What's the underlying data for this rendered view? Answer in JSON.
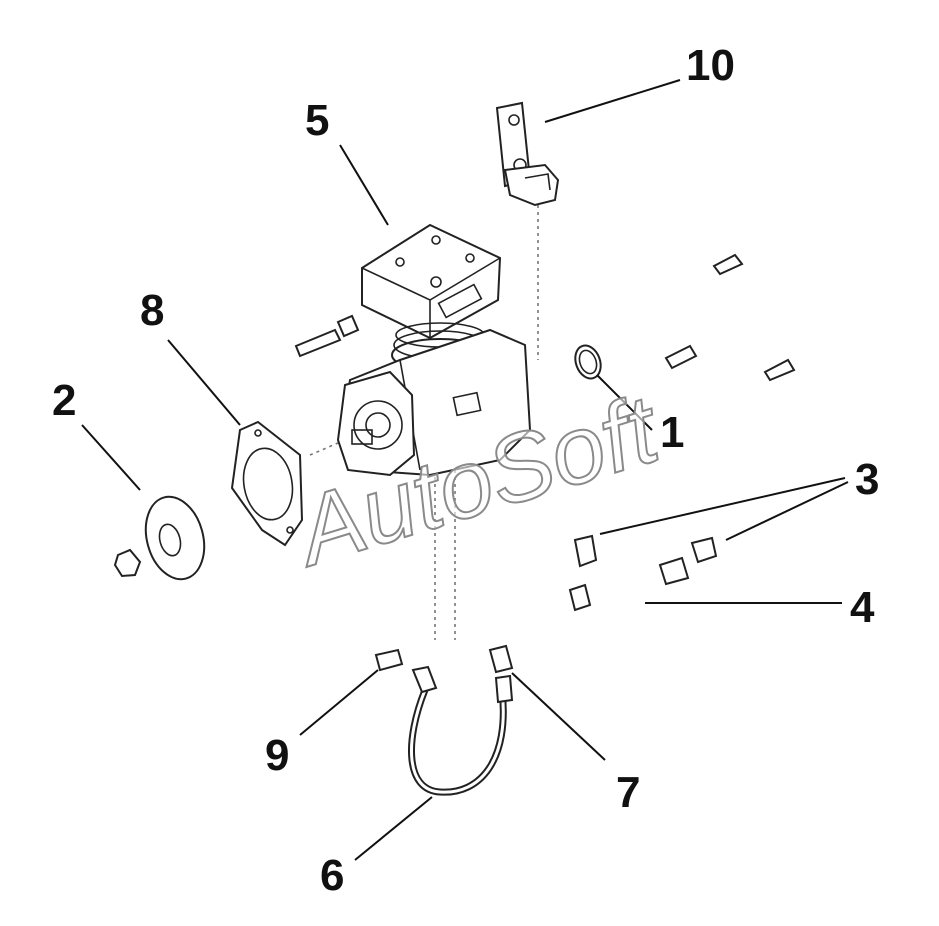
{
  "diagram": {
    "callouts": {
      "c1": "1",
      "c2": "2",
      "c3": "3",
      "c4": "4",
      "c5": "5",
      "c6": "6",
      "c7": "7",
      "c8": "8",
      "c9": "9",
      "c10": "10"
    },
    "watermark": "AutoSoft"
  }
}
